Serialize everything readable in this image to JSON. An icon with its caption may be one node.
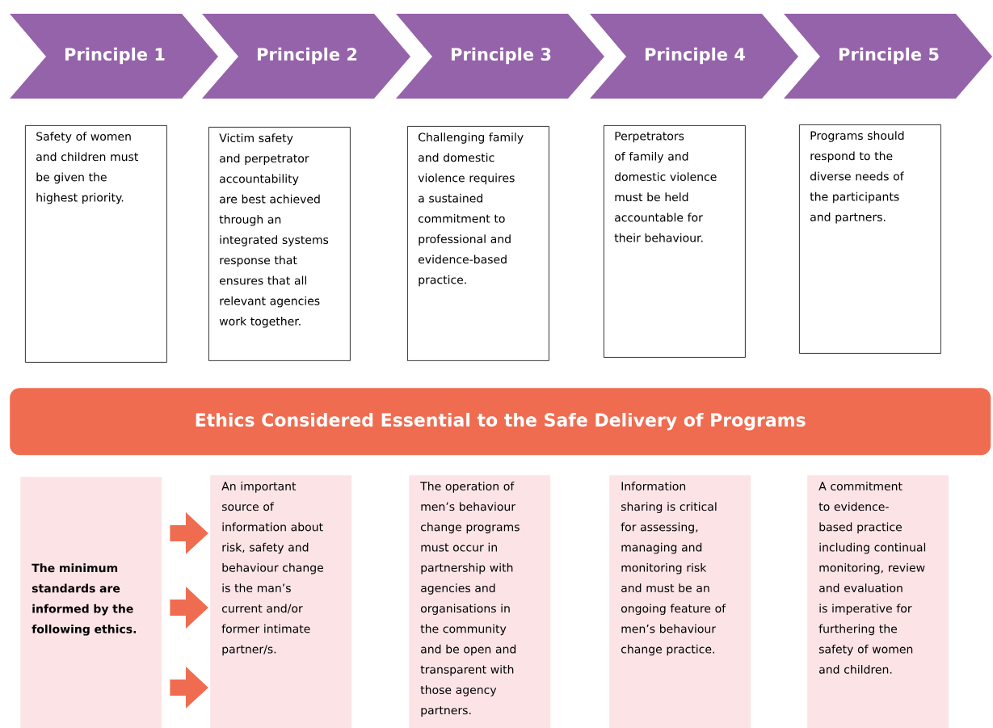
{
  "diagram": {
    "nodes": [
      {
        "text": [
          "Principle 1"
        ]
      },
      {
        "text": [
          "Principle 2"
        ]
      },
      {
        "text": [
          "Principle 3"
        ]
      },
      {
        "text": [
          "Principle 4"
        ]
      },
      {
        "text": [
          "Principle 5"
        ]
      },
      {
        "text": [
          "Safety of women and children must be given the highest priority."
        ]
      },
      {
        "text": [
          "Victim safety and perpetrator accountability are best achieved through an integrated systems response that ensures that all relevant agencies work together."
        ]
      },
      {
        "text": [
          "Challenging family and domestic violence requires a sustained commitment to professional and evidence-based practice."
        ]
      },
      {
        "text": [
          "Perpetrators of family and domestic violence must be held accountable for their behaviour."
        ]
      },
      {
        "text": [
          "Programs should respond to the diverse needs of the participants and partners."
        ]
      },
      {
        "text": [
          "Ethics Considered Essential to the Safe Delivery of Programs"
        ]
      },
      {
        "text": [
          "The minimum standards are informed by the following ethics."
        ]
      },
      {
        "text": [
          "An important source of information about risk, safety and behaviour change is the man’s current and/or former intimate partner/s."
        ]
      },
      {
        "text": [
          "The operation of men’s behaviour change programs must occur in partnership with agencies and organisations in the community and be open and transparent with those agency partners."
        ]
      },
      {
        "text": [
          "Information sharing is critical for assessing, managing and monitoring risk and must be an ongoing feature of men’s behaviour change practice."
        ]
      },
      {
        "text": [
          "A commitment to evidence-based practice including continual monitoring, review and evaluation is imperative for furthering the safety of women and children."
        ]
      }
    ],
    "edges": [
      {
        "from": 11,
        "to": 12,
        "arrow": "to"
      },
      {
        "from": 11,
        "to": 12,
        "arrow": "to"
      },
      {
        "from": 11,
        "to": 12,
        "arrow": "to"
      }
    ]
  }
}
